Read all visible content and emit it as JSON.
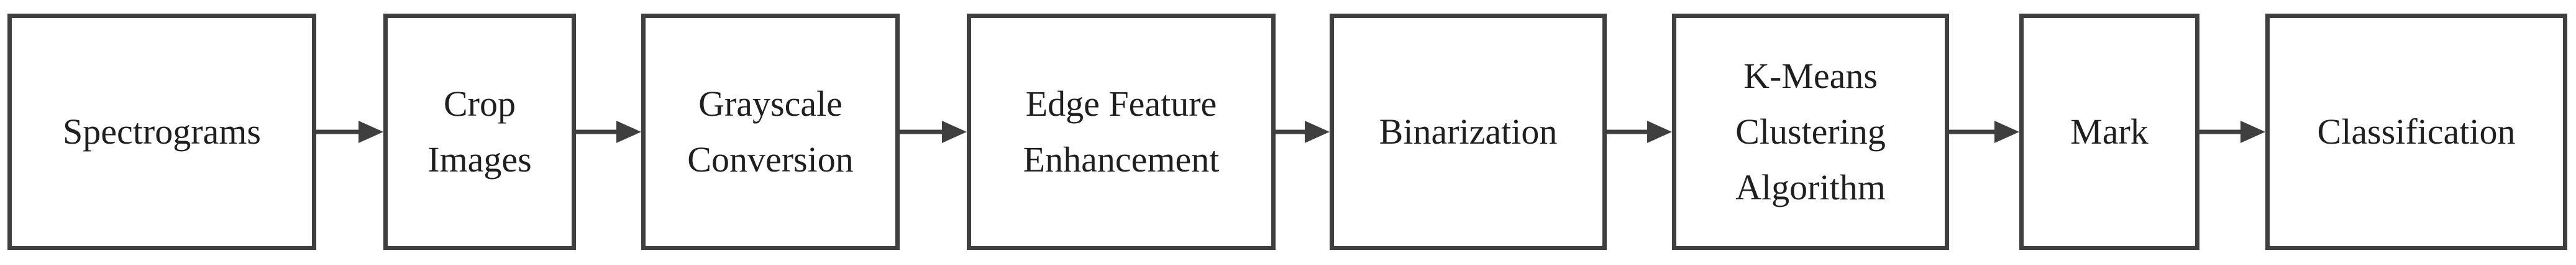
{
  "diagram": {
    "stroke_color": "#3f3f3f",
    "text_color": "#1f1f1f",
    "nodes": [
      {
        "id": "n1",
        "label": "Spectrograms"
      },
      {
        "id": "n2",
        "label": "Crop\nImages"
      },
      {
        "id": "n3",
        "label": "Grayscale\nConversion"
      },
      {
        "id": "n4",
        "label": "Edge Feature\nEnhancement"
      },
      {
        "id": "n5",
        "label": "Binarization"
      },
      {
        "id": "n6",
        "label": "K-Means\nClustering\nAlgorithm"
      },
      {
        "id": "n7",
        "label": "Mark"
      },
      {
        "id": "n8",
        "label": "Classification"
      }
    ],
    "edges": [
      {
        "from": "n1",
        "to": "n2"
      },
      {
        "from": "n2",
        "to": "n3"
      },
      {
        "from": "n3",
        "to": "n4"
      },
      {
        "from": "n4",
        "to": "n5"
      },
      {
        "from": "n5",
        "to": "n6"
      },
      {
        "from": "n6",
        "to": "n7"
      },
      {
        "from": "n7",
        "to": "n8"
      }
    ]
  }
}
